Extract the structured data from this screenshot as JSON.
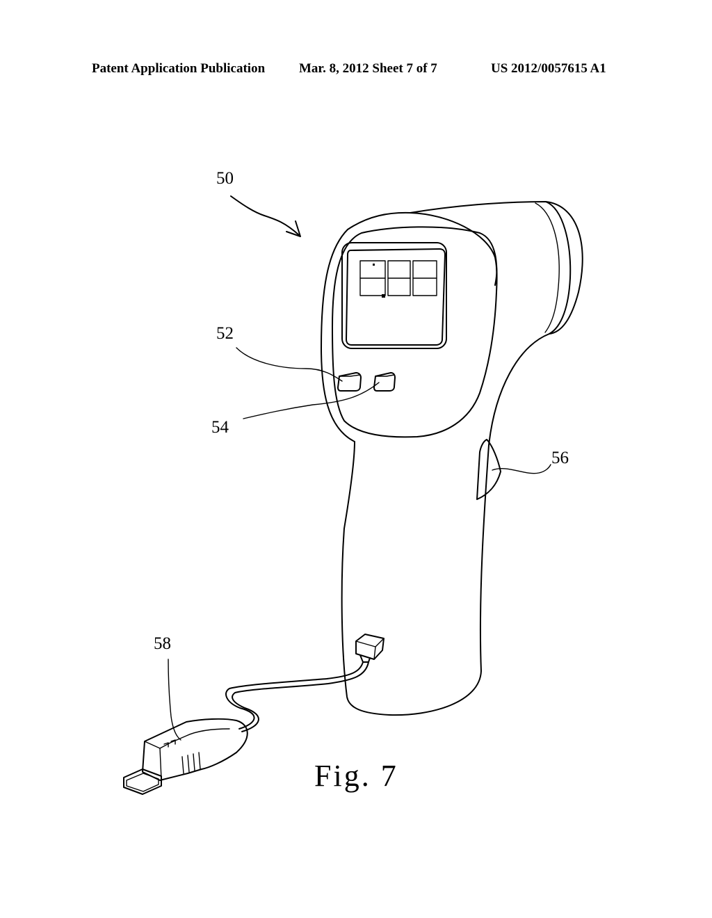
{
  "header": {
    "publication_type": "Patent Application Publication",
    "date_sheet": "Mar. 8, 2012   Sheet 7 of 7",
    "publication_number": "US 2012/0057615 A1"
  },
  "figure": {
    "caption": "Fig. 7",
    "reference_labels": {
      "device": "50",
      "button_first": "52",
      "button_second": "54",
      "trigger": "56",
      "usb_plug": "58"
    }
  }
}
